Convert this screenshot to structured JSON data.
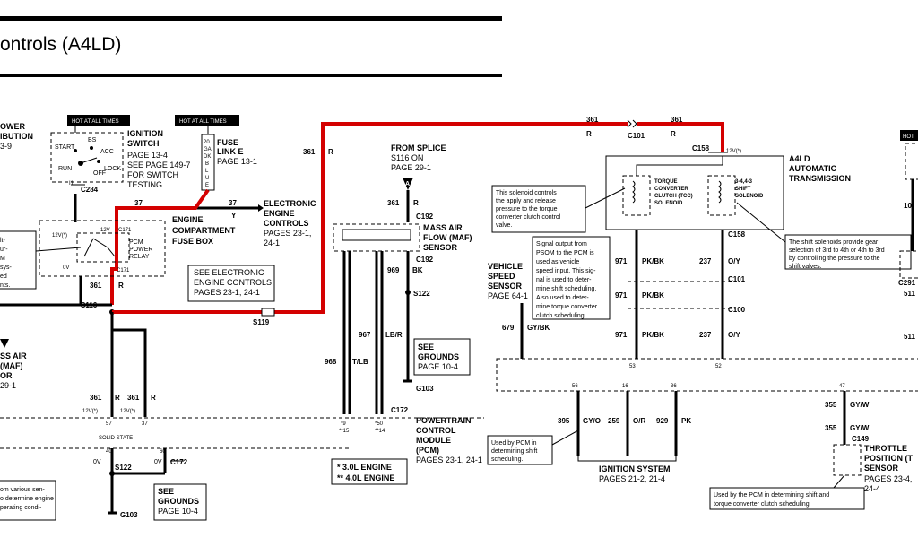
{
  "title": "ontrols (A4LD)",
  "hot_labels": {
    "hot1": "HOT AT ALL TIMES",
    "hot2": "HOT AT ALL TIMES",
    "hot3": "HOT"
  },
  "power_distribution": {
    "l1": "OWER",
    "l2": "IBUTION",
    "l3": "3-9"
  },
  "ignition_switch": {
    "title1": "IGNITION",
    "title2": "SWITCH",
    "ref1": "PAGE 13-4",
    "ref2": "SEE PAGE 149-7",
    "ref3": "FOR SWITCH",
    "ref4": "TESTING",
    "start": "START",
    "run": "RUN",
    "bs": "BS",
    "acc": "ACC",
    "lock": "LOCK",
    "off": "OFF",
    "i1": "I1",
    "conn": "C284"
  },
  "fuse_link": {
    "title1": "FUSE",
    "title2": "LINK E",
    "ref": "PAGE 13-1",
    "spec": [
      "20",
      "GA",
      "DK",
      "B",
      "L",
      "U",
      "E"
    ]
  },
  "fuse_box": {
    "title1": "ENGINE",
    "title2": "COMPARTMENT",
    "title3": "FUSE BOX",
    "relay1": "PCM",
    "relay2": "POWER",
    "relay3": "RELAY",
    "v1": "12V(*)",
    "v2": "12V",
    "v3": "0V",
    "c171a": "C171",
    "c171b": "C171"
  },
  "left_note": [
    "lt-",
    "ur-",
    "M",
    "sys-",
    "ed",
    "nts."
  ],
  "wire_labels": {
    "w37a": "37",
    "w37b": "37",
    "w37b_color": "Y",
    "w361a": "361",
    "w361a_color": "R",
    "w361_top": "361",
    "w361_top_color": "R",
    "w361_c": "361",
    "w361_c_color": "R",
    "w361_d": "361",
    "w361_d_color": "R",
    "w361_e": "361",
    "w361_e_color": "R",
    "w361_f": "361",
    "w361_f_color": "R",
    "w361_g": "361",
    "w361_g_color": "R"
  },
  "eec_ref": {
    "l1": "ELECTRONIC",
    "l2": "ENGINE",
    "l3": "CONTROLS",
    "l4": "PAGES 23-1,",
    "l5": "24-1"
  },
  "see_eec": {
    "l1": "SEE  ELECTRONIC",
    "l2": "ENGINE CONTROLS",
    "l3": "PAGES 23-1, 24-1"
  },
  "splices": {
    "s116": "S116",
    "s119": "S119",
    "s122": "S122",
    "s122b": "S122"
  },
  "maf_left": {
    "l1": "SS AIR",
    "l2": "(MAF)",
    "l3": "OR",
    "l4": "29-1"
  },
  "from_splice": {
    "l1": "FROM SPLICE",
    "l2": "S116 ON",
    "l3": "PAGE 29-1",
    "marker": "A"
  },
  "maf_sensor": {
    "title1": "MASS AIR",
    "title2": "FLOW (MAF)",
    "title3": "SENSOR",
    "c192a": "C192",
    "c192b": "C192",
    "w969": "969",
    "w969_color": "BK",
    "w967": "967",
    "w967_color": "LB/R",
    "w968": "968",
    "w968_color": "T/LB"
  },
  "see_grounds_mid": {
    "l1": "SEE",
    "l2": "GROUNDS",
    "l3": "PAGE 10-4",
    "g": "G103"
  },
  "pcm": {
    "c172": "C172",
    "title1": "POWERTRAIN",
    "title2": "CONTROL",
    "title3": "MODULE",
    "title4": "(PCM)",
    "ref": "PAGES 23-1, 24-1",
    "pin9": "*9",
    "pin15": "**15",
    "pin50": "*50",
    "pin14": "**14",
    "pin57": "57",
    "pin37": "37",
    "pin40": "40",
    "pin60": "60",
    "solid": "SOLID STATE",
    "v12a": "12V(*)",
    "v12b": "12V(*)",
    "v0a": "0V",
    "v0b": "0V",
    "c172b": "C172"
  },
  "legend": {
    "l1": "*  3.0L ENGINE",
    "l2": "** 4.0L ENGINE"
  },
  "see_grounds_left": {
    "l1": "SEE",
    "l2": "GROUNDS",
    "l3": "PAGE 10-4",
    "g": "G103"
  },
  "bottom_left_note": [
    "om various sen-",
    "o determine engine",
    "perating condi-"
  ],
  "transmission": {
    "c101_top": "C101",
    "c158a": "C158",
    "v12": "12V(*)",
    "title1": "A4LD",
    "title2": "AUTOMATIC",
    "title3": "TRANSMISSION",
    "tcc1": "TORQUE",
    "tcc2": "CONVERTER",
    "tcc3": "CLUTCH (TCC)",
    "tcc4": "SOLENOID",
    "ss1": "3-4,4-3",
    "ss2": "SHIFT",
    "ss3": "SOLENOID",
    "c158b": "C158",
    "c101b": "C101",
    "c100": "C100",
    "w971a": "971",
    "w971a_color": "PK/BK",
    "w237a": "237",
    "w237a_color": "O/Y",
    "w971b": "971",
    "w971b_color": "PK/BK",
    "w971c": "971",
    "w971c_color": "PK/BK",
    "w237c": "237",
    "w237c_color": "O/Y",
    "pin53": "53",
    "pin52": "52"
  },
  "note_tcc": [
    "This solenoid controls",
    "the apply and release",
    "pressure to the torque",
    "converter clutch control",
    "valve."
  ],
  "note_shift": [
    "The shift solenoids provide gear",
    "selection of 3rd to 4th or 4th to 3rd",
    "by controlling the pressure to the",
    "shift valves."
  ],
  "note_psom": [
    "Signal output from",
    "PSOM to the PCM is",
    "used as vehicle",
    "speed input.  This sig-",
    "nal is used to deter-",
    "mine shift scheduling.",
    "Also used to deter-",
    "mine torque converter",
    "clutch scheduling."
  ],
  "vss": {
    "l1": "VEHICLE",
    "l2": "SPEED",
    "l3": "SENSOR",
    "ref": "PAGE 64-1",
    "w679": "679",
    "w679_color": "GY/BK"
  },
  "ignition_system": {
    "w395": "395",
    "w395_color": "GY/O",
    "w259": "259",
    "w259_color": "O/R",
    "w929": "929",
    "w929_color": "PK",
    "pin56": "56",
    "pin16": "16",
    "pin36": "36",
    "title": "IGNITION SYSTEM",
    "ref": "PAGES 21-2, 21-4"
  },
  "note_pcm_shift": [
    "Used by PCM in",
    "determining shift",
    "scheduling."
  ],
  "tps": {
    "pin47": "47",
    "w355a": "355",
    "w355a_color": "GY/W",
    "w355b": "355",
    "w355b_color": "GY/W",
    "c149": "C149",
    "title1": "THROTTLE",
    "title2": "POSITION (T",
    "title3": "SENSOR",
    "ref1": "PAGES 23-4,",
    "ref2": "24-4"
  },
  "note_tps": [
    "Used by the PCM in determining shift and",
    "torque converter clutch scheduling."
  ],
  "right_edge": {
    "n10": "10",
    "c291": "C291",
    "n511a": "511",
    "n511b": "511"
  }
}
